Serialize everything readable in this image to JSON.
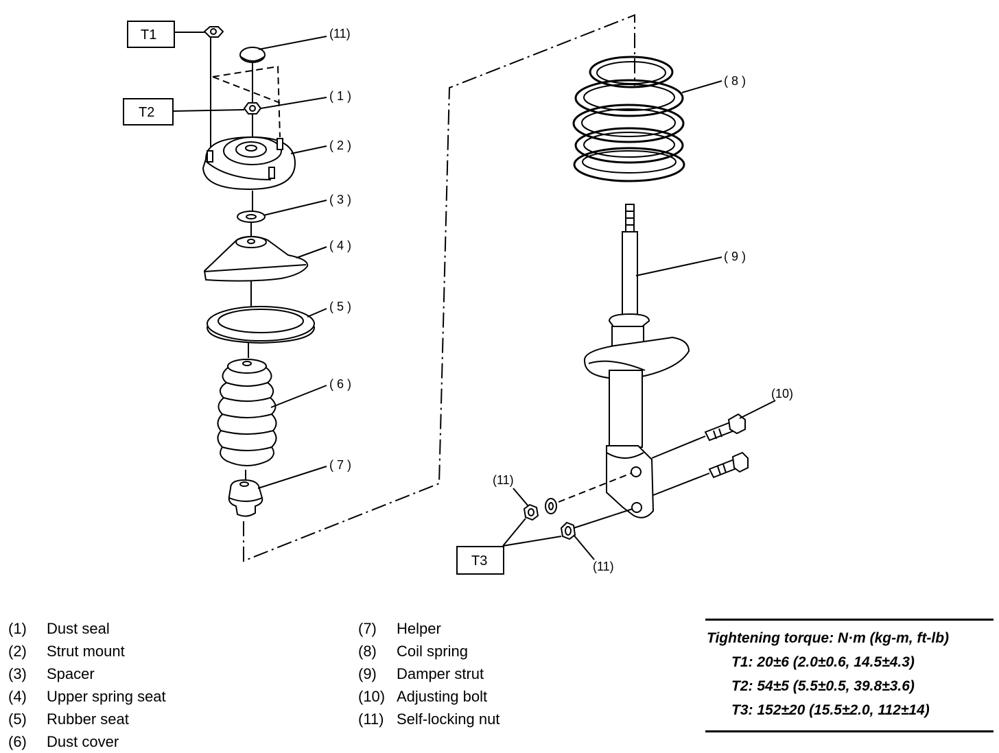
{
  "callouts": {
    "c11_top": "(11)",
    "c1": "( 1 )",
    "c2": "( 2 )",
    "c3": "( 3 )",
    "c4": "( 4 )",
    "c5": "( 5 )",
    "c6": "( 6 )",
    "c7": "( 7 )",
    "c8": "( 8 )",
    "c9": "( 9 )",
    "c10": "(10)",
    "c11_left": "(11)",
    "c11_right": "(11)"
  },
  "torque_boxes": {
    "t1": "T1",
    "t2": "T2",
    "t3": "T3"
  },
  "legend": {
    "left": [
      {
        "num": "(1)",
        "name": "Dust seal"
      },
      {
        "num": "(2)",
        "name": "Strut mount"
      },
      {
        "num": "(3)",
        "name": "Spacer"
      },
      {
        "num": "(4)",
        "name": "Upper spring seat"
      },
      {
        "num": "(5)",
        "name": "Rubber seat"
      },
      {
        "num": "(6)",
        "name": "Dust cover"
      }
    ],
    "right": [
      {
        "num": "(7)",
        "name": "Helper"
      },
      {
        "num": "(8)",
        "name": "Coil spring"
      },
      {
        "num": "(9)",
        "name": "Damper strut"
      },
      {
        "num": "(10)",
        "name": "Adjusting bolt"
      },
      {
        "num": "(11)",
        "name": "Self-locking nut"
      }
    ]
  },
  "torque_table": {
    "title": "Tightening torque: N·m (kg-m, ft-lb)",
    "specs": [
      "T1: 20±6 (2.0±0.6, 14.5±4.3)",
      "T2: 54±5 (5.5±0.5, 39.8±3.6)",
      "T3: 152±20 (15.5±2.0, 112±14)"
    ]
  }
}
